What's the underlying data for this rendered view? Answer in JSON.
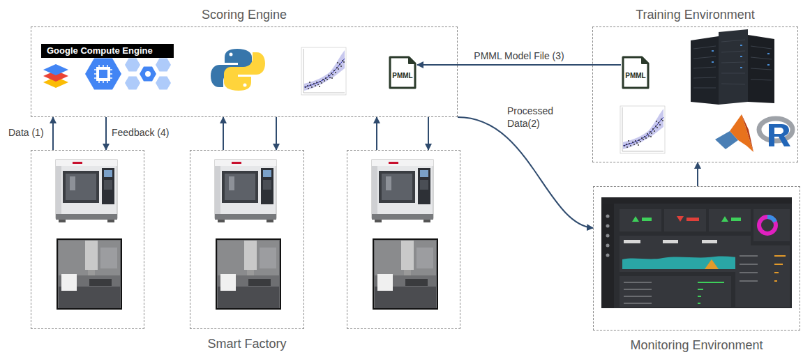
{
  "diagram": {
    "nodes": [
      {
        "text": [
          "Scoring Engine"
        ]
      },
      {
        "text": [
          "Google Compute Engine"
        ],
        "in": 0
      },
      {
        "text": [
          "PMML"
        ],
        "in": 0
      },
      {
        "text": [
          "Training Environment"
        ]
      },
      {
        "text": [
          "PMML"
        ],
        "in": 3
      },
      {
        "text": []
      },
      {
        "text": [
          "Smart Factory"
        ]
      },
      {
        "text": []
      },
      {
        "text": [
          "Monitoring Environment"
        ]
      }
    ],
    "edges": [
      {
        "from": 5,
        "to": 0,
        "arrow": "to",
        "label": "Data (1)"
      },
      {
        "from": 0,
        "to": 5,
        "arrow": "to",
        "label": "Feedback (4)"
      },
      {
        "from": 6,
        "to": 0,
        "arrow": "to"
      },
      {
        "from": 0,
        "to": 6,
        "arrow": "to"
      },
      {
        "from": 7,
        "to": 0,
        "arrow": "to"
      },
      {
        "from": 0,
        "to": 7,
        "arrow": "to"
      },
      {
        "from": 0,
        "to": 8,
        "arrow": "to",
        "label": "Processed Data(2)"
      },
      {
        "from": 4,
        "to": 2,
        "arrow": "to",
        "label": "PMML Model File (3)"
      },
      {
        "from": 8,
        "to": 3,
        "arrow": "to"
      }
    ]
  }
}
